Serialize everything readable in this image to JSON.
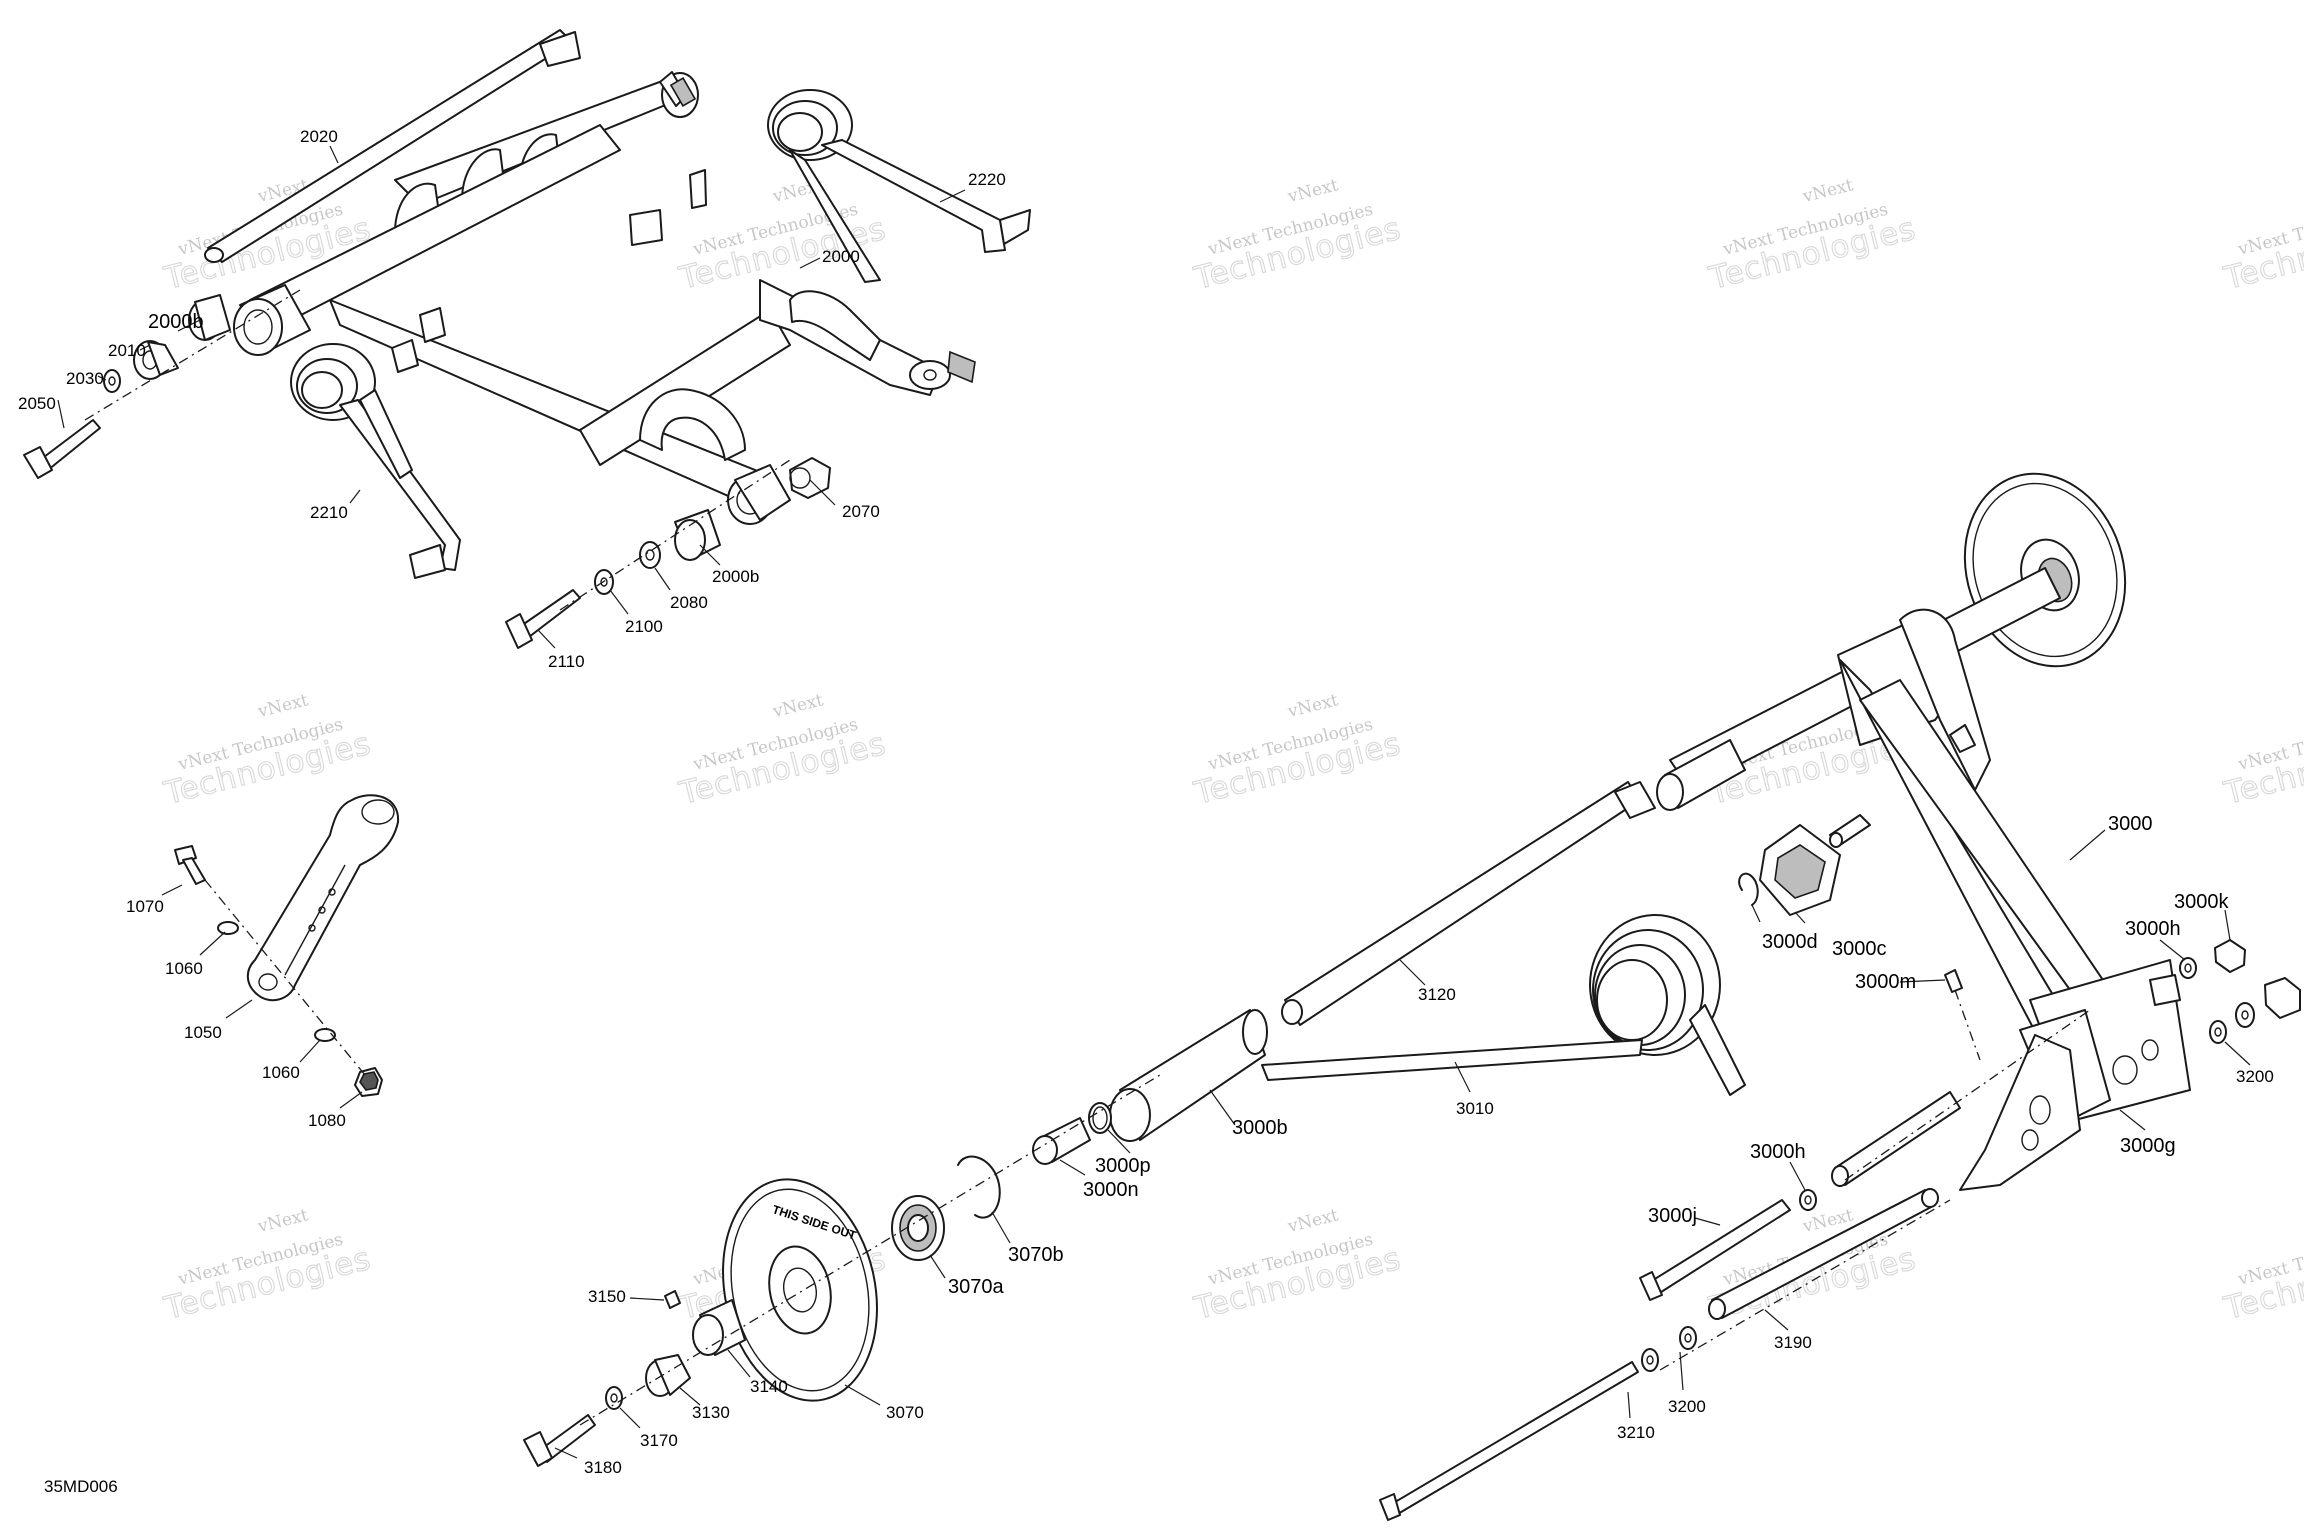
{
  "diagram_id": "35MD006",
  "watermark": {
    "line1": "vNext Technologies",
    "line2": "Technologies",
    "top": "vNext"
  },
  "imprint": "THIS SIDE OUT",
  "labels": {
    "p2020": "2020",
    "p2220": "2220",
    "p2000": "2000",
    "p2000b_top": "2000b",
    "p2010": "2010",
    "p2030": "2030",
    "p2050": "2050",
    "p2210": "2210",
    "p2070": "2070",
    "p2000b_low": "2000b",
    "p2080": "2080",
    "p2100": "2100",
    "p2110": "2110",
    "p1070": "1070",
    "p1060_a": "1060",
    "p1050": "1050",
    "p1060_b": "1060",
    "p1080": "1080",
    "p3000": "3000",
    "p3000k": "3000k",
    "p3000h_r": "3000h",
    "p3000m": "3000m",
    "p3000d": "3000d",
    "p3000c": "3000c",
    "p3120": "3120",
    "p3010": "3010",
    "p3000b": "3000b",
    "p3000p": "3000p",
    "p3000n": "3000n",
    "p3070b": "3070b",
    "p3070a": "3070a",
    "p3150": "3150",
    "p3140": "3140",
    "p3130": "3130",
    "p3070": "3070",
    "p3170": "3170",
    "p3180": "3180",
    "p3200_r": "3200",
    "p3000g": "3000g",
    "p3000h_b": "3000h",
    "p3000j": "3000j",
    "p3190": "3190",
    "p3200_b": "3200",
    "p3210": "3210"
  }
}
